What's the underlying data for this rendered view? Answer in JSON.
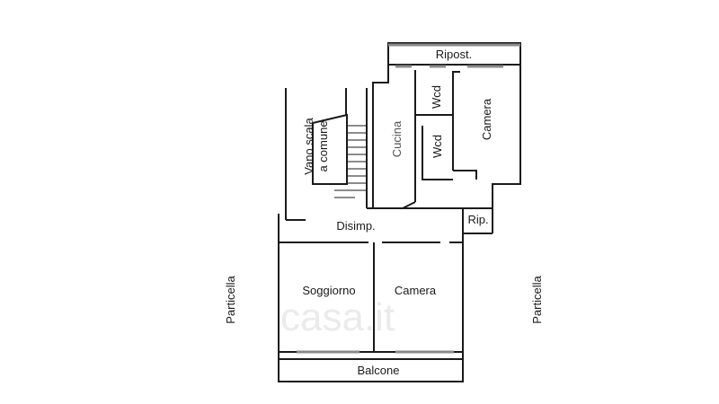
{
  "rooms": {
    "ripost": "Ripost.",
    "wcd_upper": "Wcd",
    "camera_upper": "Camera",
    "cucina": "Cucina",
    "wcd_lower": "Wcd",
    "vano_scala_line1": "Vano scala",
    "vano_scala_line2": "a comune",
    "disimp": "Disimp.",
    "rip": "Rip.",
    "soggiorno": "Soggiorno",
    "camera_lower": "Camera",
    "balcone": "Balcone"
  },
  "boundary_labels": {
    "left": "Particella",
    "right": "Particella"
  },
  "watermark": "casa.it",
  "colors": {
    "wall": "#1a1a1a",
    "hatch": "#8a8a8a",
    "watermark": "#d8d8d8"
  }
}
